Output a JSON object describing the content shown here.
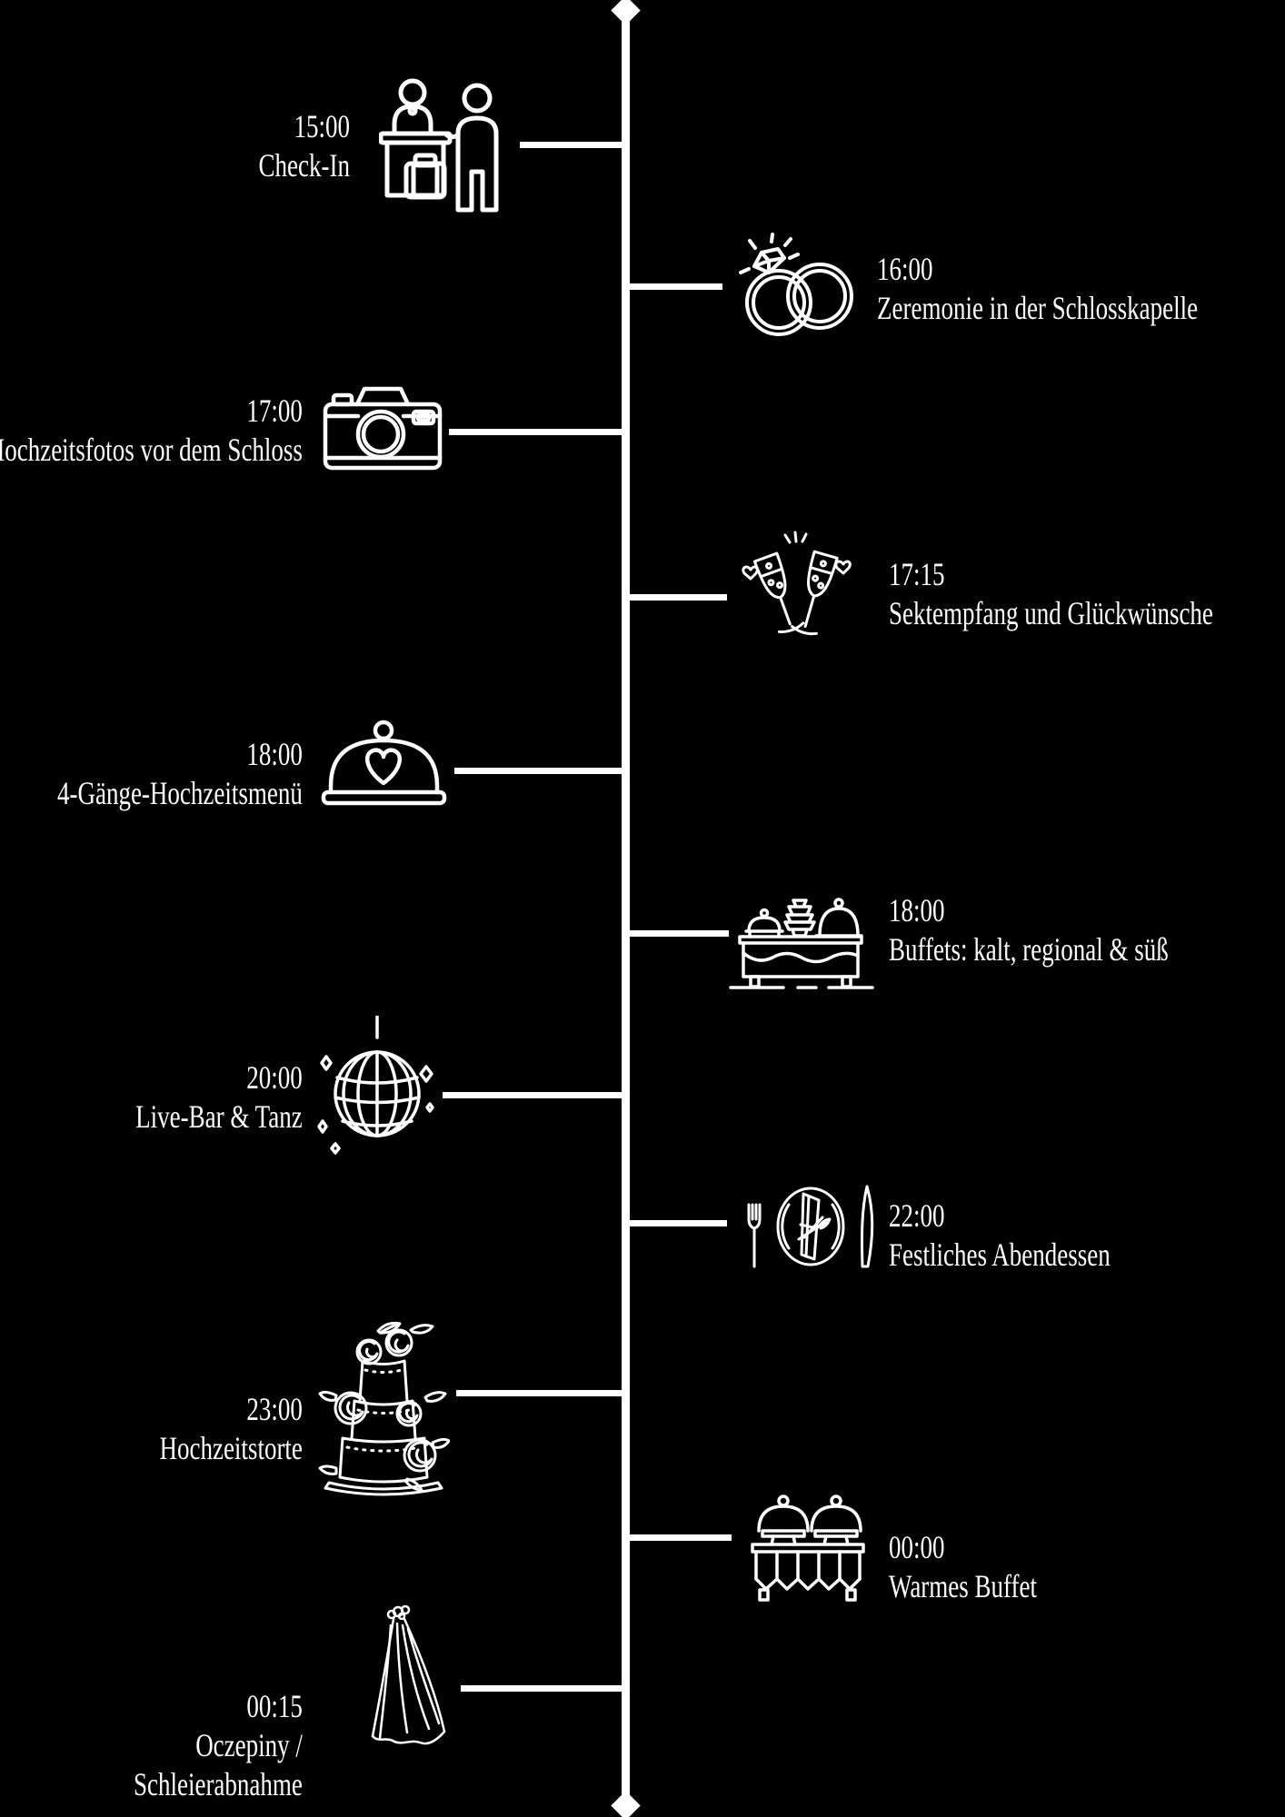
{
  "colors": {
    "background": "#000000",
    "foreground": "#ffffff"
  },
  "timeline": {
    "orientation": "vertical",
    "start_marker": "diamond",
    "end_marker": "diamond"
  },
  "events": [
    {
      "side": "left",
      "time": "15:00",
      "label": "Check-In",
      "icon": "check-in-desk-icon"
    },
    {
      "side": "right",
      "time": "16:00",
      "label": "Zeremonie in der Schlosskapelle",
      "icon": "wedding-rings-icon"
    },
    {
      "side": "left",
      "time": "17:00",
      "label": "Hochzeitsfotos vor dem Schloss",
      "icon": "camera-icon"
    },
    {
      "side": "right",
      "time": "17:15",
      "label": "Sektempfang und Glückwünsche",
      "icon": "champagne-glasses-icon"
    },
    {
      "side": "left",
      "time": "18:00",
      "label": "4-Gänge-Hochzeitsmenü",
      "icon": "cloche-heart-icon"
    },
    {
      "side": "right",
      "time": "18:00",
      "label": "Buffets: kalt, regional & süß",
      "icon": "buffet-table-icon"
    },
    {
      "side": "left",
      "time": "20:00",
      "label": "Live-Bar & Tanz",
      "icon": "disco-ball-icon"
    },
    {
      "side": "right",
      "time": "22:00",
      "label": "Festliches Abendessen",
      "icon": "dinner-plate-icon"
    },
    {
      "side": "left",
      "time": "23:00",
      "label": "Hochzeitstorte",
      "icon": "wedding-cake-icon"
    },
    {
      "side": "right",
      "time": "00:00",
      "label": "Warmes Buffet",
      "icon": "warm-buffet-icon"
    },
    {
      "side": "left",
      "time": "00:15",
      "label": "Oczepiny /",
      "label2": "Schleierabnahme",
      "icon": "bridal-veil-icon"
    }
  ]
}
